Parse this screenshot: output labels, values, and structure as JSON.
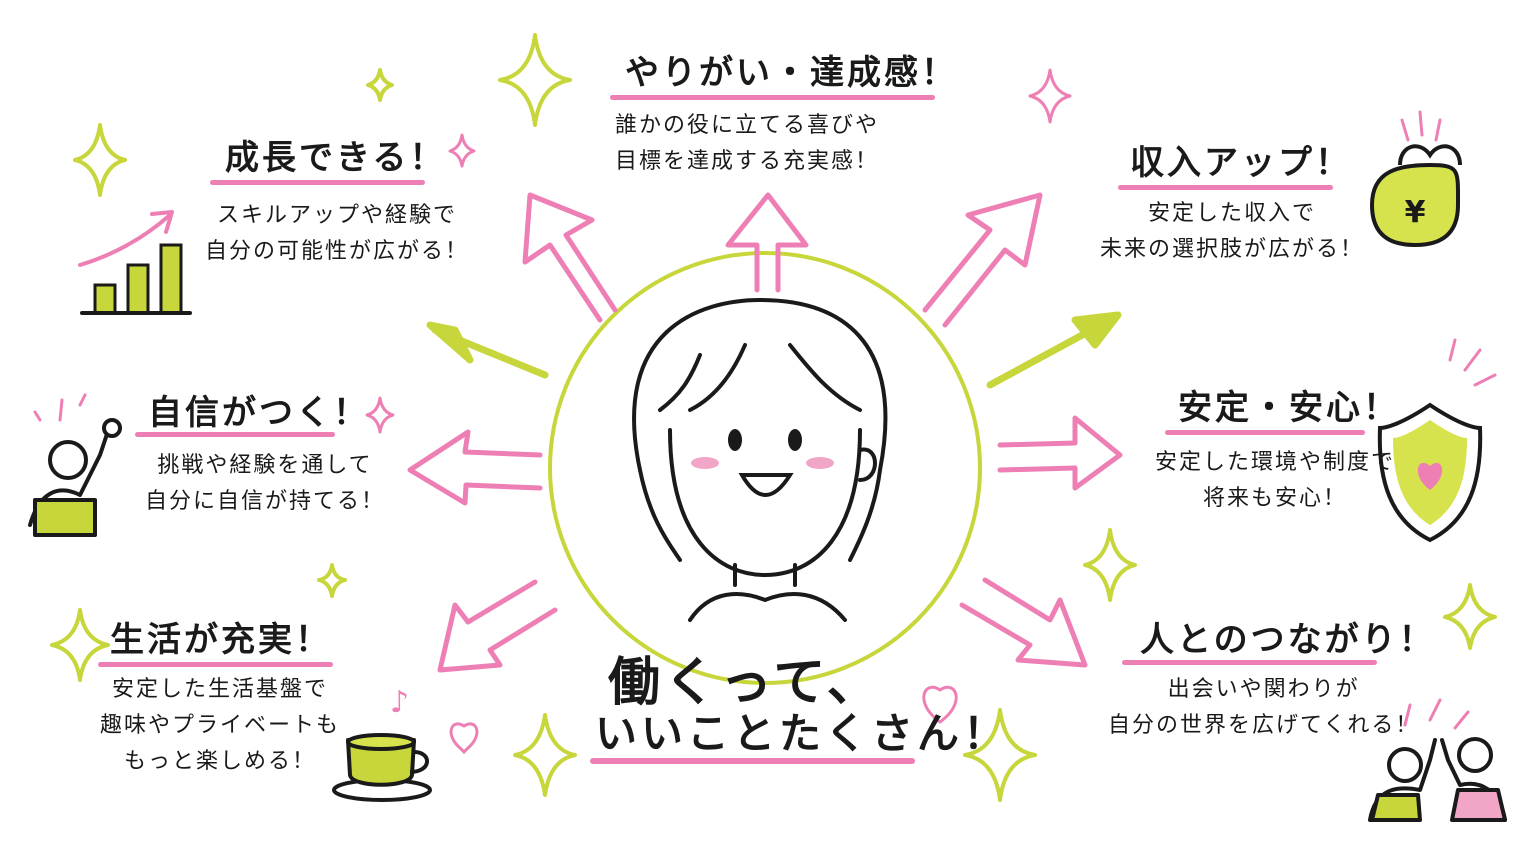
{
  "colors": {
    "pink": "#ee7fb4",
    "lime": "#c7d63b",
    "ink": "#1a1a1a"
  },
  "center": {
    "line1": "働くって、",
    "line2": "いいことたくさん！"
  },
  "benefits": [
    {
      "id": "growth",
      "title": "成長できる！",
      "lines": [
        "スキルアップや経験で",
        "自分の可能性が広がる！"
      ],
      "icon": "bar-chart-icon"
    },
    {
      "id": "fulfillment",
      "title": "やりがい・達成感！",
      "lines": [
        "誰かの役に立てる喜びや",
        "目標を達成する充実感！"
      ],
      "icon": "sparkle-icon"
    },
    {
      "id": "income",
      "title": "収入アップ！",
      "lines": [
        "安定した収入で",
        "未来の選択肢が広がる！"
      ],
      "icon": "yen-purse-icon"
    },
    {
      "id": "confidence",
      "title": "自信がつく！",
      "lines": [
        "挑戦や経験を通して",
        "自分に自信が持てる！"
      ],
      "icon": "raised-fist-person-icon"
    },
    {
      "id": "security",
      "title": "安定・安心！",
      "lines": [
        "安定した環境や制度で",
        "将来も安心！"
      ],
      "icon": "heart-shield-icon"
    },
    {
      "id": "life",
      "title": "生活が充実！",
      "lines": [
        "安定した生活基盤で",
        "趣味やプライベートも",
        "もっと楽しめる！"
      ],
      "icon": "tea-cup-icon"
    },
    {
      "id": "connection",
      "title": "人とのつながり！",
      "lines": [
        "出会いや関わりが",
        "自分の世界を広げてくれる！"
      ],
      "icon": "high-five-icon"
    }
  ],
  "icons": {
    "yen_symbol": "¥",
    "music_note": "♪"
  }
}
